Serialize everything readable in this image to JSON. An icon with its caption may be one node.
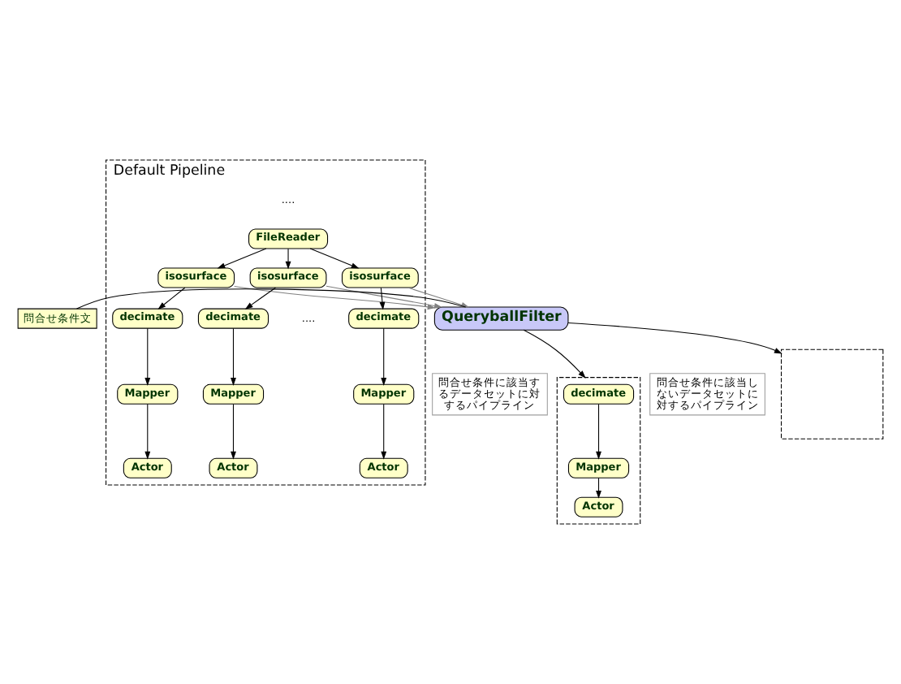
{
  "diagram": {
    "nodes": [
      {
        "text": [
          "Default Pipeline"
        ]
      },
      {
        "text": [
          "FileReader"
        ],
        "in": 0
      },
      {
        "text": [
          "isosurface"
        ],
        "in": 0
      },
      {
        "text": [
          "decimate"
        ],
        "in": 0
      },
      {
        "text": [
          "Mapper"
        ],
        "in": 0
      },
      {
        "text": [
          "Actor"
        ],
        "in": 0
      },
      {
        "text": [
          "isosurface"
        ],
        "in": 0
      },
      {
        "text": [
          "decimate"
        ],
        "in": 0
      },
      {
        "text": [
          "Mapper"
        ],
        "in": 0
      },
      {
        "text": [
          "Actor"
        ],
        "in": 0
      },
      {
        "text": [
          "isosurface"
        ],
        "in": 0
      },
      {
        "text": [
          "decimate"
        ],
        "in": 0
      },
      {
        "text": [
          "Mapper"
        ],
        "in": 0
      },
      {
        "text": [
          "Actor"
        ],
        "in": 0
      },
      {
        "text": [
          "QueryballFilter"
        ]
      },
      {
        "text": [
          "問合せ条件文"
        ]
      },
      {
        "text": [],
        "shape": "box"
      },
      {
        "text": [
          "問合せ条件に該当するデータセットに対するパイプライン"
        ]
      },
      {
        "text": [],
        "shape": "box"
      },
      {
        "text": [
          "decimate"
        ],
        "in": 18
      },
      {
        "text": [
          "Mapper"
        ],
        "in": 18
      },
      {
        "text": [
          "Actor"
        ],
        "in": 18
      },
      {
        "text": [
          "問合せ条件に該当しないデータセットに対するパイプライン"
        ]
      }
    ],
    "edges": [
      {
        "from": 1,
        "to": 2,
        "arrow": "to"
      },
      {
        "from": 1,
        "to": 6,
        "arrow": "to"
      },
      {
        "from": 1,
        "to": 10,
        "arrow": "to"
      },
      {
        "from": 2,
        "to": 3,
        "arrow": "to"
      },
      {
        "from": 3,
        "to": 4,
        "arrow": "to"
      },
      {
        "from": 4,
        "to": 5,
        "arrow": "to"
      },
      {
        "from": 6,
        "to": 7,
        "arrow": "to"
      },
      {
        "from": 7,
        "to": 8,
        "arrow": "to"
      },
      {
        "from": 8,
        "to": 9,
        "arrow": "to"
      },
      {
        "from": 10,
        "to": 11,
        "arrow": "to"
      },
      {
        "from": 11,
        "to": 12,
        "arrow": "to"
      },
      {
        "from": 12,
        "to": 13,
        "arrow": "to"
      },
      {
        "from": 2,
        "to": 14,
        "arrow": "to",
        "color": "#808080"
      },
      {
        "from": 6,
        "to": 14,
        "arrow": "to",
        "color": "#808080"
      },
      {
        "from": 10,
        "to": 14,
        "arrow": "to",
        "color": "#808080"
      },
      {
        "from": 15,
        "to": 14,
        "arrow": "none"
      },
      {
        "from": 14,
        "to": 16,
        "arrow": "to"
      },
      {
        "from": 14,
        "to": 18,
        "arrow": "to"
      },
      {
        "from": 19,
        "to": 20,
        "arrow": "to"
      },
      {
        "from": 20,
        "to": 21,
        "arrow": "to"
      }
    ],
    "labels": [
      "....",
      "...."
    ]
  }
}
